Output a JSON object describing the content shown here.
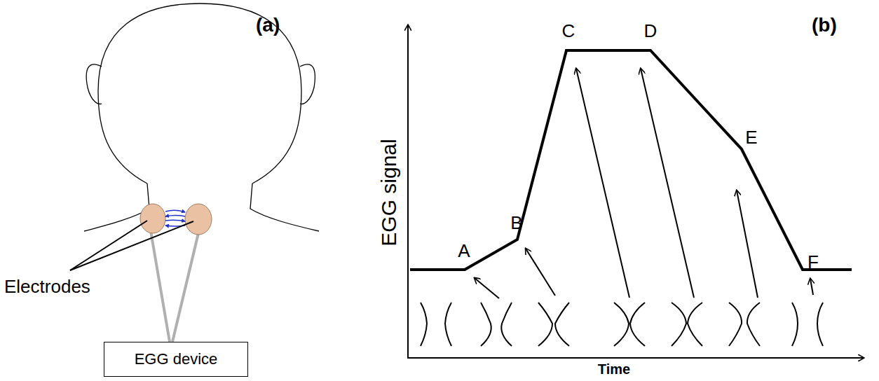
{
  "diagram": {
    "nodes": [
      {
        "text": [
          "EGG device"
        ]
      }
    ],
    "labels": [
      "(a)",
      "Electrodes",
      "(b)",
      "EGG signal",
      "Time",
      "A",
      "B",
      "C",
      "D",
      "E",
      "F"
    ]
  }
}
